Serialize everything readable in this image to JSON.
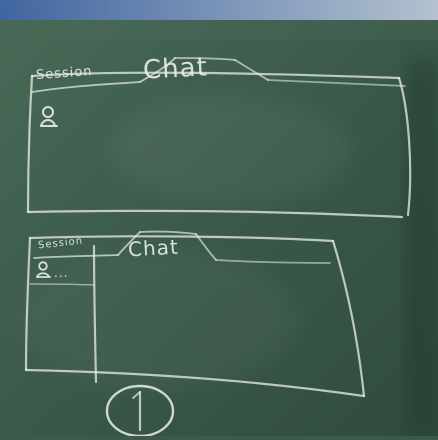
{
  "sketch_1": {
    "tab_label": "Session",
    "title": "Chat"
  },
  "sketch_2": {
    "tab_label": "Session",
    "title": "Chat",
    "list_item_suffix": "...",
    "marker": "1"
  },
  "colors": {
    "board": "#3c5a4a",
    "chalk": "#e9efe9",
    "top_strip": "#3f64ad"
  }
}
